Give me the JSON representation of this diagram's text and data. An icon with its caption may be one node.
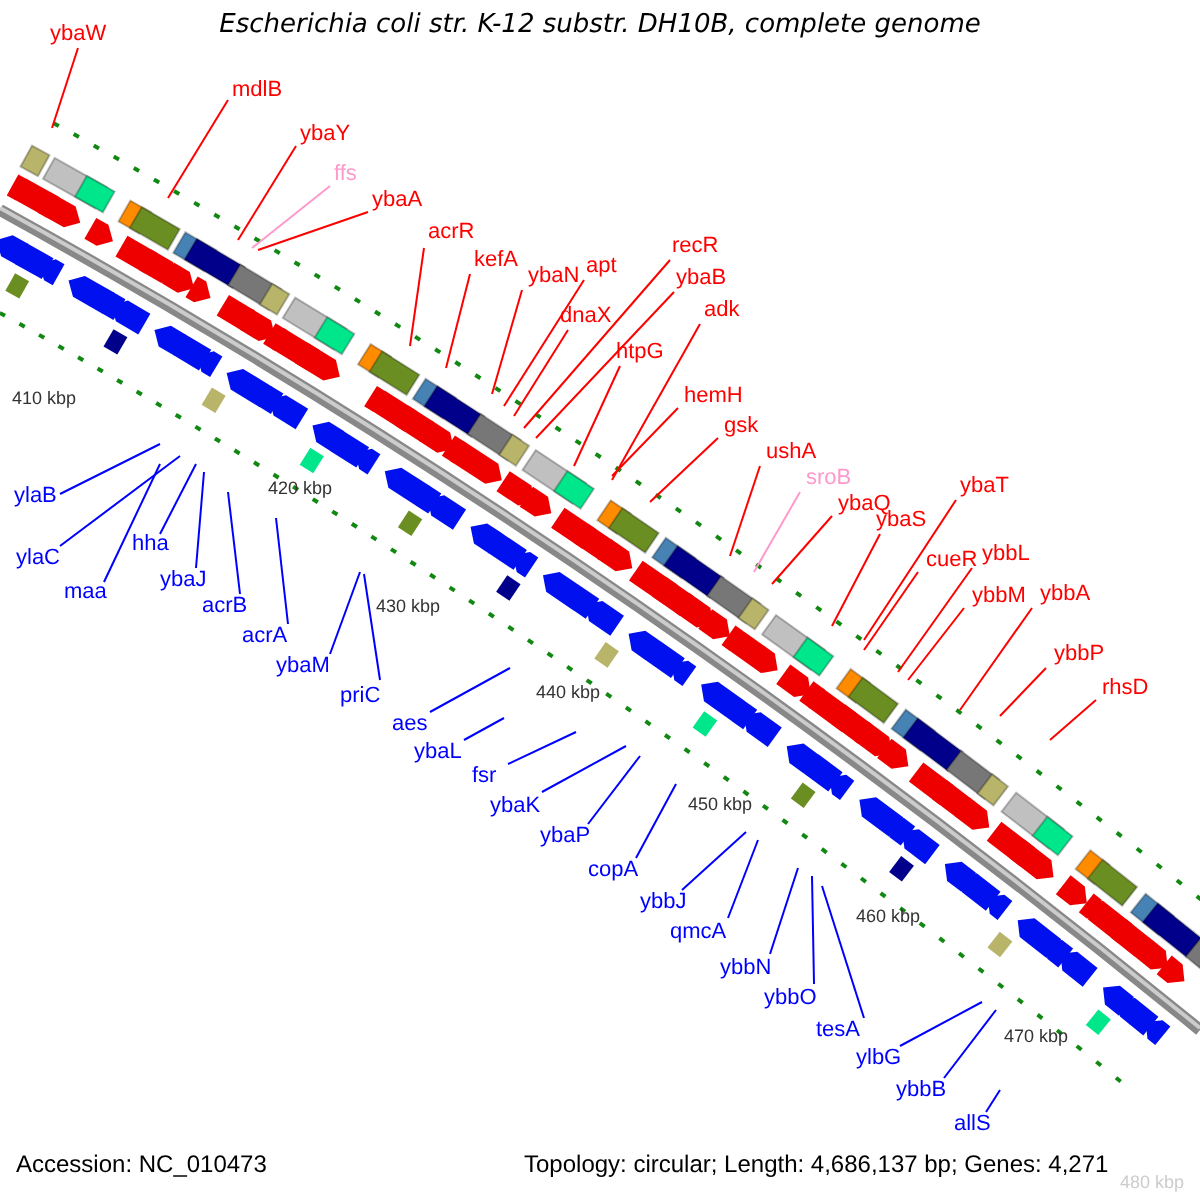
{
  "diagram": {
    "title": "Escherichia coli str. K-12 substr. DH10B, complete genome",
    "nodes": [
      {
        "text": [
          "ybaW"
        ]
      },
      {
        "text": [
          "mdlB"
        ]
      },
      {
        "text": [
          "ybaY"
        ]
      },
      {
        "text": [
          "ffs"
        ]
      },
      {
        "text": [
          "ybaA"
        ]
      },
      {
        "text": [
          "acrR"
        ]
      },
      {
        "text": [
          "kefA"
        ]
      },
      {
        "text": [
          "ybaN"
        ]
      },
      {
        "text": [
          "apt"
        ]
      },
      {
        "text": [
          "recR"
        ]
      },
      {
        "text": [
          "ybaB"
        ]
      },
      {
        "text": [
          "dnaX"
        ]
      },
      {
        "text": [
          "adk"
        ]
      },
      {
        "text": [
          "htpG"
        ]
      },
      {
        "text": [
          "hemH"
        ]
      },
      {
        "text": [
          "gsk"
        ]
      },
      {
        "text": [
          "ushA"
        ]
      },
      {
        "text": [
          "sroB"
        ]
      },
      {
        "text": [
          "ybaQ"
        ]
      },
      {
        "text": [
          "ybaS"
        ]
      },
      {
        "text": [
          "ybaT"
        ]
      },
      {
        "text": [
          "cueR"
        ]
      },
      {
        "text": [
          "ybbL"
        ]
      },
      {
        "text": [
          "ybbM"
        ]
      },
      {
        "text": [
          "ybbA"
        ]
      },
      {
        "text": [
          "ybbP"
        ]
      },
      {
        "text": [
          "rhsD"
        ]
      },
      {
        "text": [
          "ylaB"
        ]
      },
      {
        "text": [
          "ylaC"
        ]
      },
      {
        "text": [
          "hha"
        ]
      },
      {
        "text": [
          "maa"
        ]
      },
      {
        "text": [
          "ybaJ"
        ]
      },
      {
        "text": [
          "acrB"
        ]
      },
      {
        "text": [
          "acrA"
        ]
      },
      {
        "text": [
          "ybaM"
        ]
      },
      {
        "text": [
          "priC"
        ]
      },
      {
        "text": [
          "aes"
        ]
      },
      {
        "text": [
          "ybaL"
        ]
      },
      {
        "text": [
          "fsr"
        ]
      },
      {
        "text": [
          "ybaK"
        ]
      },
      {
        "text": [
          "ybaP"
        ]
      },
      {
        "text": [
          "copA"
        ]
      },
      {
        "text": [
          "ybbJ"
        ]
      },
      {
        "text": [
          "qmcA"
        ]
      },
      {
        "text": [
          "ybbN"
        ]
      },
      {
        "text": [
          "ybbO"
        ]
      },
      {
        "text": [
          "tesA"
        ]
      },
      {
        "text": [
          "ylbG"
        ]
      },
      {
        "text": [
          "ybbB"
        ]
      },
      {
        "text": [
          "allS"
        ]
      }
    ],
    "edges": [
      {
        "from": 0,
        "to": null,
        "arrow": "none"
      },
      {
        "from": 1,
        "to": null,
        "arrow": "none"
      },
      {
        "from": 2,
        "to": null,
        "arrow": "none"
      },
      {
        "from": 3,
        "to": null,
        "arrow": "none",
        "color": "#ff99cc"
      },
      {
        "from": 4,
        "to": null,
        "arrow": "none"
      },
      {
        "from": 5,
        "to": null,
        "arrow": "none"
      },
      {
        "from": 6,
        "to": null,
        "arrow": "none"
      },
      {
        "from": 7,
        "to": null,
        "arrow": "none"
      },
      {
        "from": 8,
        "to": null,
        "arrow": "none"
      },
      {
        "from": 9,
        "to": null,
        "arrow": "none"
      },
      {
        "from": 10,
        "to": null,
        "arrow": "none"
      },
      {
        "from": 11,
        "to": null,
        "arrow": "none"
      },
      {
        "from": 12,
        "to": null,
        "arrow": "none"
      },
      {
        "from": 13,
        "to": null,
        "arrow": "none"
      },
      {
        "from": 14,
        "to": null,
        "arrow": "none"
      },
      {
        "from": 15,
        "to": null,
        "arrow": "none"
      },
      {
        "from": 16,
        "to": null,
        "arrow": "none"
      },
      {
        "from": 17,
        "to": null,
        "arrow": "none",
        "color": "#ff99cc"
      },
      {
        "from": 18,
        "to": null,
        "arrow": "none"
      },
      {
        "from": 19,
        "to": null,
        "arrow": "none"
      },
      {
        "from": 20,
        "to": null,
        "arrow": "none"
      },
      {
        "from": 21,
        "to": null,
        "arrow": "none"
      },
      {
        "from": 22,
        "to": null,
        "arrow": "none"
      },
      {
        "from": 23,
        "to": null,
        "arrow": "none"
      },
      {
        "from": 24,
        "to": null,
        "arrow": "none"
      },
      {
        "from": 25,
        "to": null,
        "arrow": "none"
      },
      {
        "from": 26,
        "to": null,
        "arrow": "none"
      },
      {
        "from": 27,
        "to": null,
        "arrow": "none",
        "color": "#0000ff"
      },
      {
        "from": 28,
        "to": null,
        "arrow": "none",
        "color": "#0000ff"
      },
      {
        "from": 29,
        "to": null,
        "arrow": "none",
        "color": "#0000ff"
      },
      {
        "from": 30,
        "to": null,
        "arrow": "none",
        "color": "#0000ff"
      },
      {
        "from": 31,
        "to": null,
        "arrow": "none",
        "color": "#0000ff"
      },
      {
        "from": 32,
        "to": null,
        "arrow": "none",
        "color": "#0000ff"
      },
      {
        "from": 33,
        "to": null,
        "arrow": "none",
        "color": "#0000ff"
      },
      {
        "from": 34,
        "to": null,
        "arrow": "none",
        "color": "#0000ff"
      },
      {
        "from": 35,
        "to": null,
        "arrow": "none",
        "color": "#0000ff"
      },
      {
        "from": 36,
        "to": null,
        "arrow": "none",
        "color": "#0000ff"
      },
      {
        "from": 37,
        "to": null,
        "arrow": "none",
        "color": "#0000ff"
      },
      {
        "from": 38,
        "to": null,
        "arrow": "none",
        "color": "#0000ff"
      },
      {
        "from": 39,
        "to": null,
        "arrow": "none",
        "color": "#0000ff"
      },
      {
        "from": 40,
        "to": null,
        "arrow": "none",
        "color": "#0000ff"
      },
      {
        "from": 41,
        "to": null,
        "arrow": "none",
        "color": "#0000ff"
      },
      {
        "from": 42,
        "to": null,
        "arrow": "none",
        "color": "#0000ff"
      },
      {
        "from": 43,
        "to": null,
        "arrow": "none",
        "color": "#0000ff"
      },
      {
        "from": 44,
        "to": null,
        "arrow": "none",
        "color": "#0000ff"
      },
      {
        "from": 45,
        "to": null,
        "arrow": "none",
        "color": "#0000ff"
      },
      {
        "from": 46,
        "to": null,
        "arrow": "none",
        "color": "#0000ff"
      },
      {
        "from": 47,
        "to": null,
        "arrow": "none",
        "color": "#0000ff"
      },
      {
        "from": 48,
        "to": null,
        "arrow": "none",
        "color": "#0000ff"
      },
      {
        "from": 49,
        "to": null,
        "arrow": "none",
        "color": "#0000ff"
      }
    ],
    "labels": [
      "410 kbp",
      "420 kbp",
      "430 kbp",
      "440 kbp",
      "450 kbp",
      "460 kbp",
      "470 kbp",
      "480 kbp",
      "Accession: NC_010473",
      "Topology: circular; Length: 4,686,137 bp; Genes: 4,271"
    ]
  }
}
